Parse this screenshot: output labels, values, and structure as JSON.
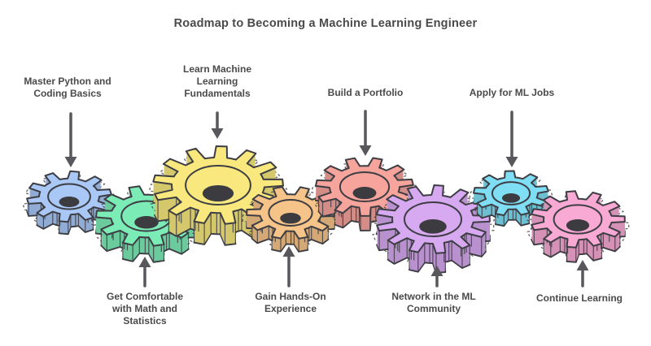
{
  "title": "Roadmap to Becoming a Machine Learning Engineer",
  "colors": {
    "text": "#4a4a4a",
    "outline": "#3d3d44",
    "arrow": "#58585c",
    "hole_dark": "#3b3b40",
    "background": "#ffffff"
  },
  "steps": [
    {
      "label": "Master Python and\nCoding Basics",
      "side": "top",
      "gear": "blue",
      "gear_color": "#a9c8f6"
    },
    {
      "label": "Get Comfortable\nwith Math and\nStatistics",
      "side": "bottom",
      "gear": "green",
      "gear_color": "#7cecb7"
    },
    {
      "label": "Learn Machine\nLearning\nFundamentals",
      "side": "top",
      "gear": "yellow",
      "gear_color": "#f8e87e"
    },
    {
      "label": "Gain Hands-On\nExperience",
      "side": "bottom",
      "gear": "orange",
      "gear_color": "#f6c489"
    },
    {
      "label": "Build a Portfolio",
      "side": "top",
      "gear": "salmon",
      "gear_color": "#f7a49c"
    },
    {
      "label": "Network in the ML\nCommunity",
      "side": "bottom",
      "gear": "purple",
      "gear_color": "#d7a9f0"
    },
    {
      "label": "Apply for ML Jobs",
      "side": "top",
      "gear": "cyan",
      "gear_color": "#7fdef4"
    },
    {
      "label": "Continue Learning",
      "side": "bottom",
      "gear": "pink",
      "gear_color": "#f8a9d4"
    }
  ]
}
